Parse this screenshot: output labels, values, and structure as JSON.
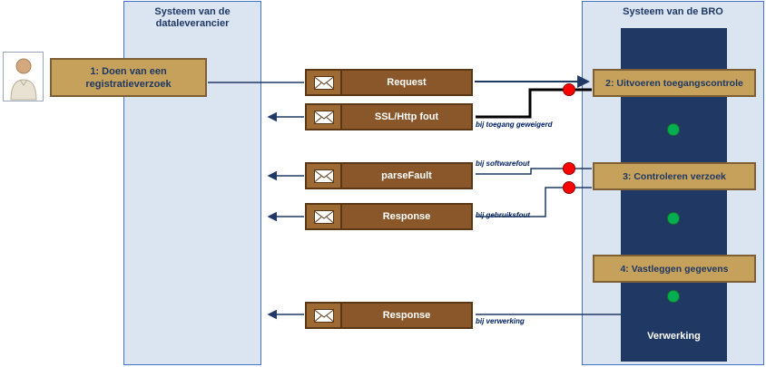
{
  "diagram": {
    "kind": "sequence-flow-diagram",
    "background": "#ffffff"
  },
  "panels": {
    "supplier": {
      "title": "Systeem van de dataleverancier"
    },
    "bro": {
      "title": "Systeem van de BRO",
      "processing_label": "Verwerking"
    }
  },
  "actor": {
    "name": "dataleverancier-persoon"
  },
  "steps": [
    {
      "label": "1: Doen van een registratieverzoek"
    },
    {
      "label": "2: Uitvoeren toegangscontrole"
    },
    {
      "label": "3:  Controleren verzoek"
    },
    {
      "label": "4: Vastleggen gegevens"
    }
  ],
  "messages": [
    {
      "label": "Request",
      "annotation": ""
    },
    {
      "label": "SSL/Http fout",
      "annotation": "bij toegang geweigerd"
    },
    {
      "label": "parseFault",
      "annotation": "bij softwarefout"
    },
    {
      "label": "Response",
      "annotation": "bij gebruiksfout"
    },
    {
      "label": "Response",
      "annotation": "bij verwerking"
    }
  ],
  "colors": {
    "panel_fill": "#dbe5f1",
    "panel_border": "#4472c4",
    "step_fill": "#c6a15b",
    "step_border": "#7f6036",
    "message_fill": "#8a572a",
    "message_border": "#5a3716",
    "inner_navy": "#203864",
    "line": "#1f3864",
    "error_line": "#000000",
    "annotation_text": "#002060",
    "status_red": "#ff0000",
    "status_green": "#00b050"
  }
}
